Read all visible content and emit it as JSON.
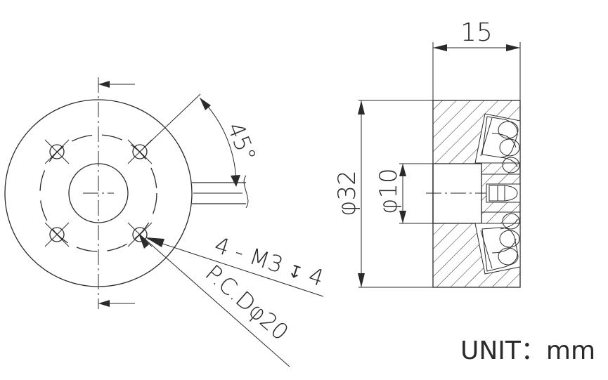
{
  "front_view": {
    "angle_label": "45°",
    "thread_label": "4 - M3",
    "depth_symbol": "↧",
    "depth_value": "4",
    "pcd_label": "P.C.Dφ20"
  },
  "side_view": {
    "width_label": "15",
    "outer_dia_label": "φ32",
    "inner_dia_label": "φ10"
  },
  "unit_label": "UNIT：mm"
}
